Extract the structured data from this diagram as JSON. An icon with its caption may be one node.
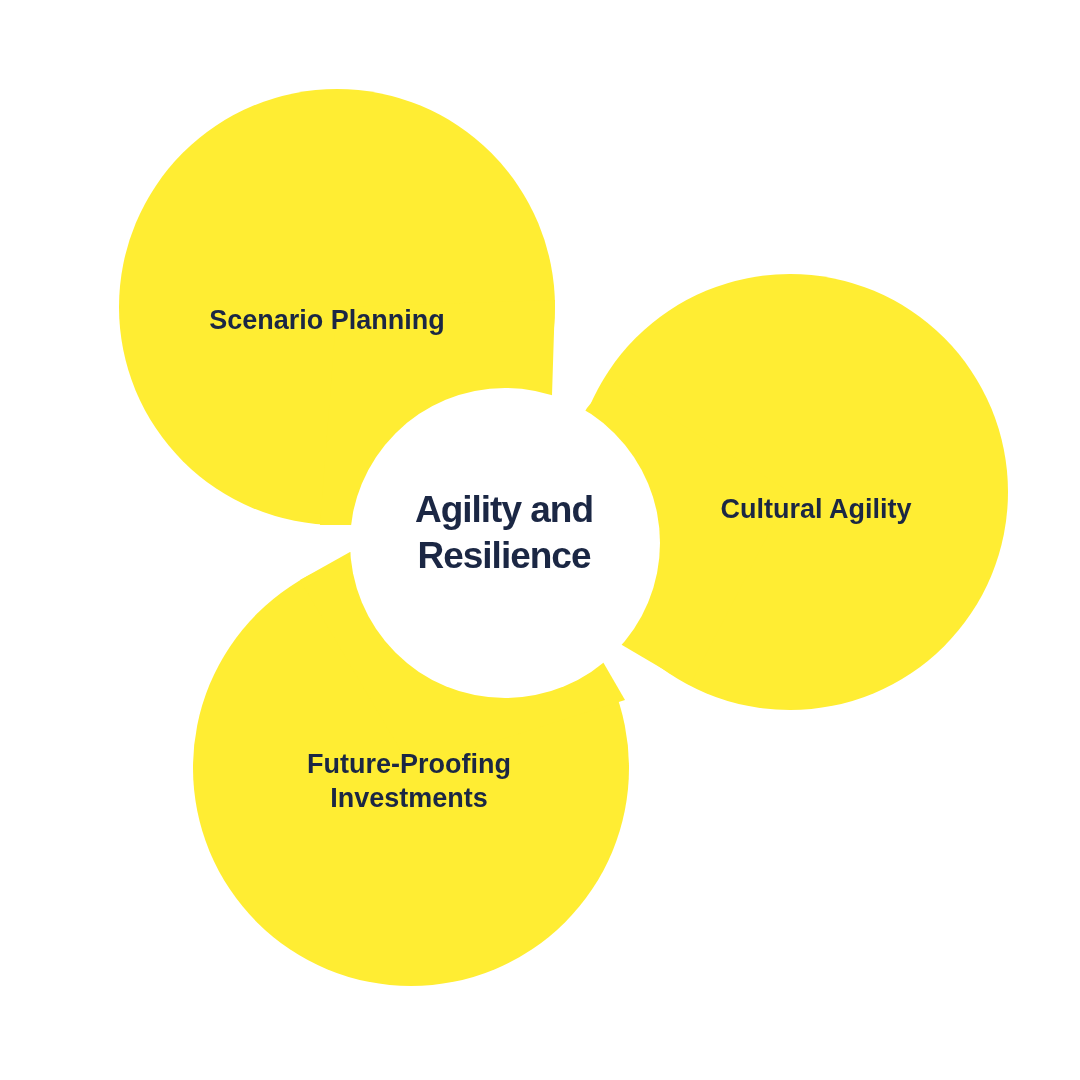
{
  "diagram": {
    "nodes": [
      {
        "text": [
          "Scenario Planning"
        ]
      },
      {
        "text": [
          "Agility and Resilience"
        ]
      },
      {
        "text": [
          "Cultural Agility"
        ]
      },
      {
        "text": [
          "Future-Proofing Investments"
        ]
      }
    ]
  }
}
